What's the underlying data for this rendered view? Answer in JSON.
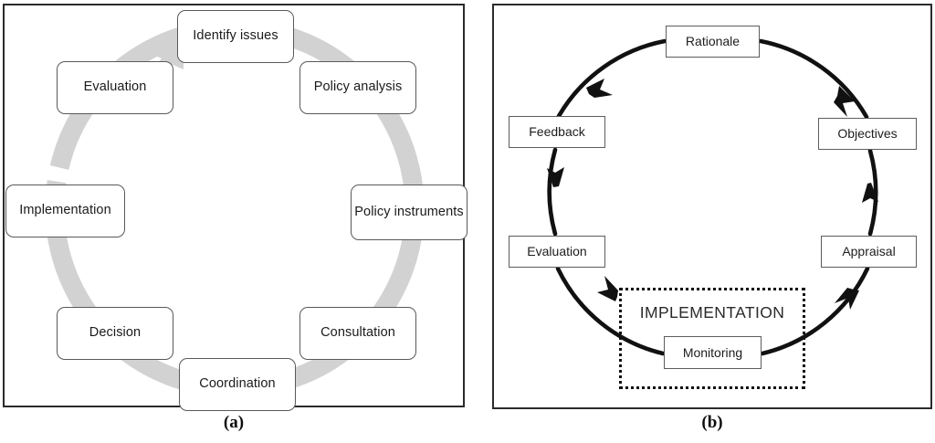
{
  "figure": {
    "panels": [
      {
        "caption": "(a)",
        "title": "Policy cycle (eight stages, gray ring arrow)",
        "style": "rounded-boxes-on-gray-ring",
        "nodes": [
          {
            "label": "Identify issues",
            "position": "top"
          },
          {
            "label": "Policy analysis",
            "position": "top-right"
          },
          {
            "label": "Policy instruments",
            "position": "right"
          },
          {
            "label": "Consultation",
            "position": "bottom-right"
          },
          {
            "label": "Coordination",
            "position": "bottom"
          },
          {
            "label": "Decision",
            "position": "bottom-left"
          },
          {
            "label": "Implementation",
            "position": "left"
          },
          {
            "label": "Evaluation",
            "position": "top-left"
          }
        ],
        "ring_color": "#d2d2d2",
        "ring_direction": "clockwise",
        "arrowhead_at": "Identify issues"
      },
      {
        "caption": "(b)",
        "title": "Project cycle (six stages, black circular arrows)",
        "style": "rectangular-boxes-on-black-circle",
        "nodes": [
          {
            "label": "Rationale",
            "position": "top"
          },
          {
            "label": "Objectives",
            "position": "right-upper"
          },
          {
            "label": "Appraisal",
            "position": "right-lower"
          },
          {
            "label": "Monitoring",
            "position": "bottom"
          },
          {
            "label": "Evaluation",
            "position": "left-lower"
          },
          {
            "label": "Feedback",
            "position": "left-upper"
          }
        ],
        "group_label": "IMPLEMENTATION",
        "group_style": "dotted-rectangle",
        "arc_color": "#111111",
        "arc_direction": "clockwise",
        "arrow_count": 6
      }
    ]
  }
}
